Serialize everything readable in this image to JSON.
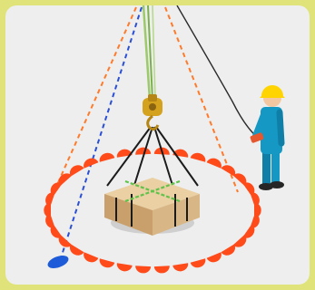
{
  "scene": {
    "frame_color": "#dfe37a",
    "panel_color": "#eeeeee",
    "marker_color": "#ff4b1a",
    "guide_line_orange": "#ff7a2a",
    "guide_line_blue": "#2a4fd6",
    "hoist_cable_color": "#9cc96a",
    "hook_color": "#d4a21c",
    "sling_color": "#1b1b1b",
    "sling_cross_color": "#61c24b",
    "load_color": "#d8b685",
    "worker_uniform_color": "#1598c4",
    "worker_helmet_color": "#ffd400",
    "remote_color": "#e5572e",
    "ground_spot_color": "#1e5bd8",
    "hazard_zone_marker_count": 34,
    "icons": [
      "crane-hook-icon",
      "suspended-load-icon",
      "crane-operator-figure",
      "hazard-zone-ring"
    ]
  }
}
